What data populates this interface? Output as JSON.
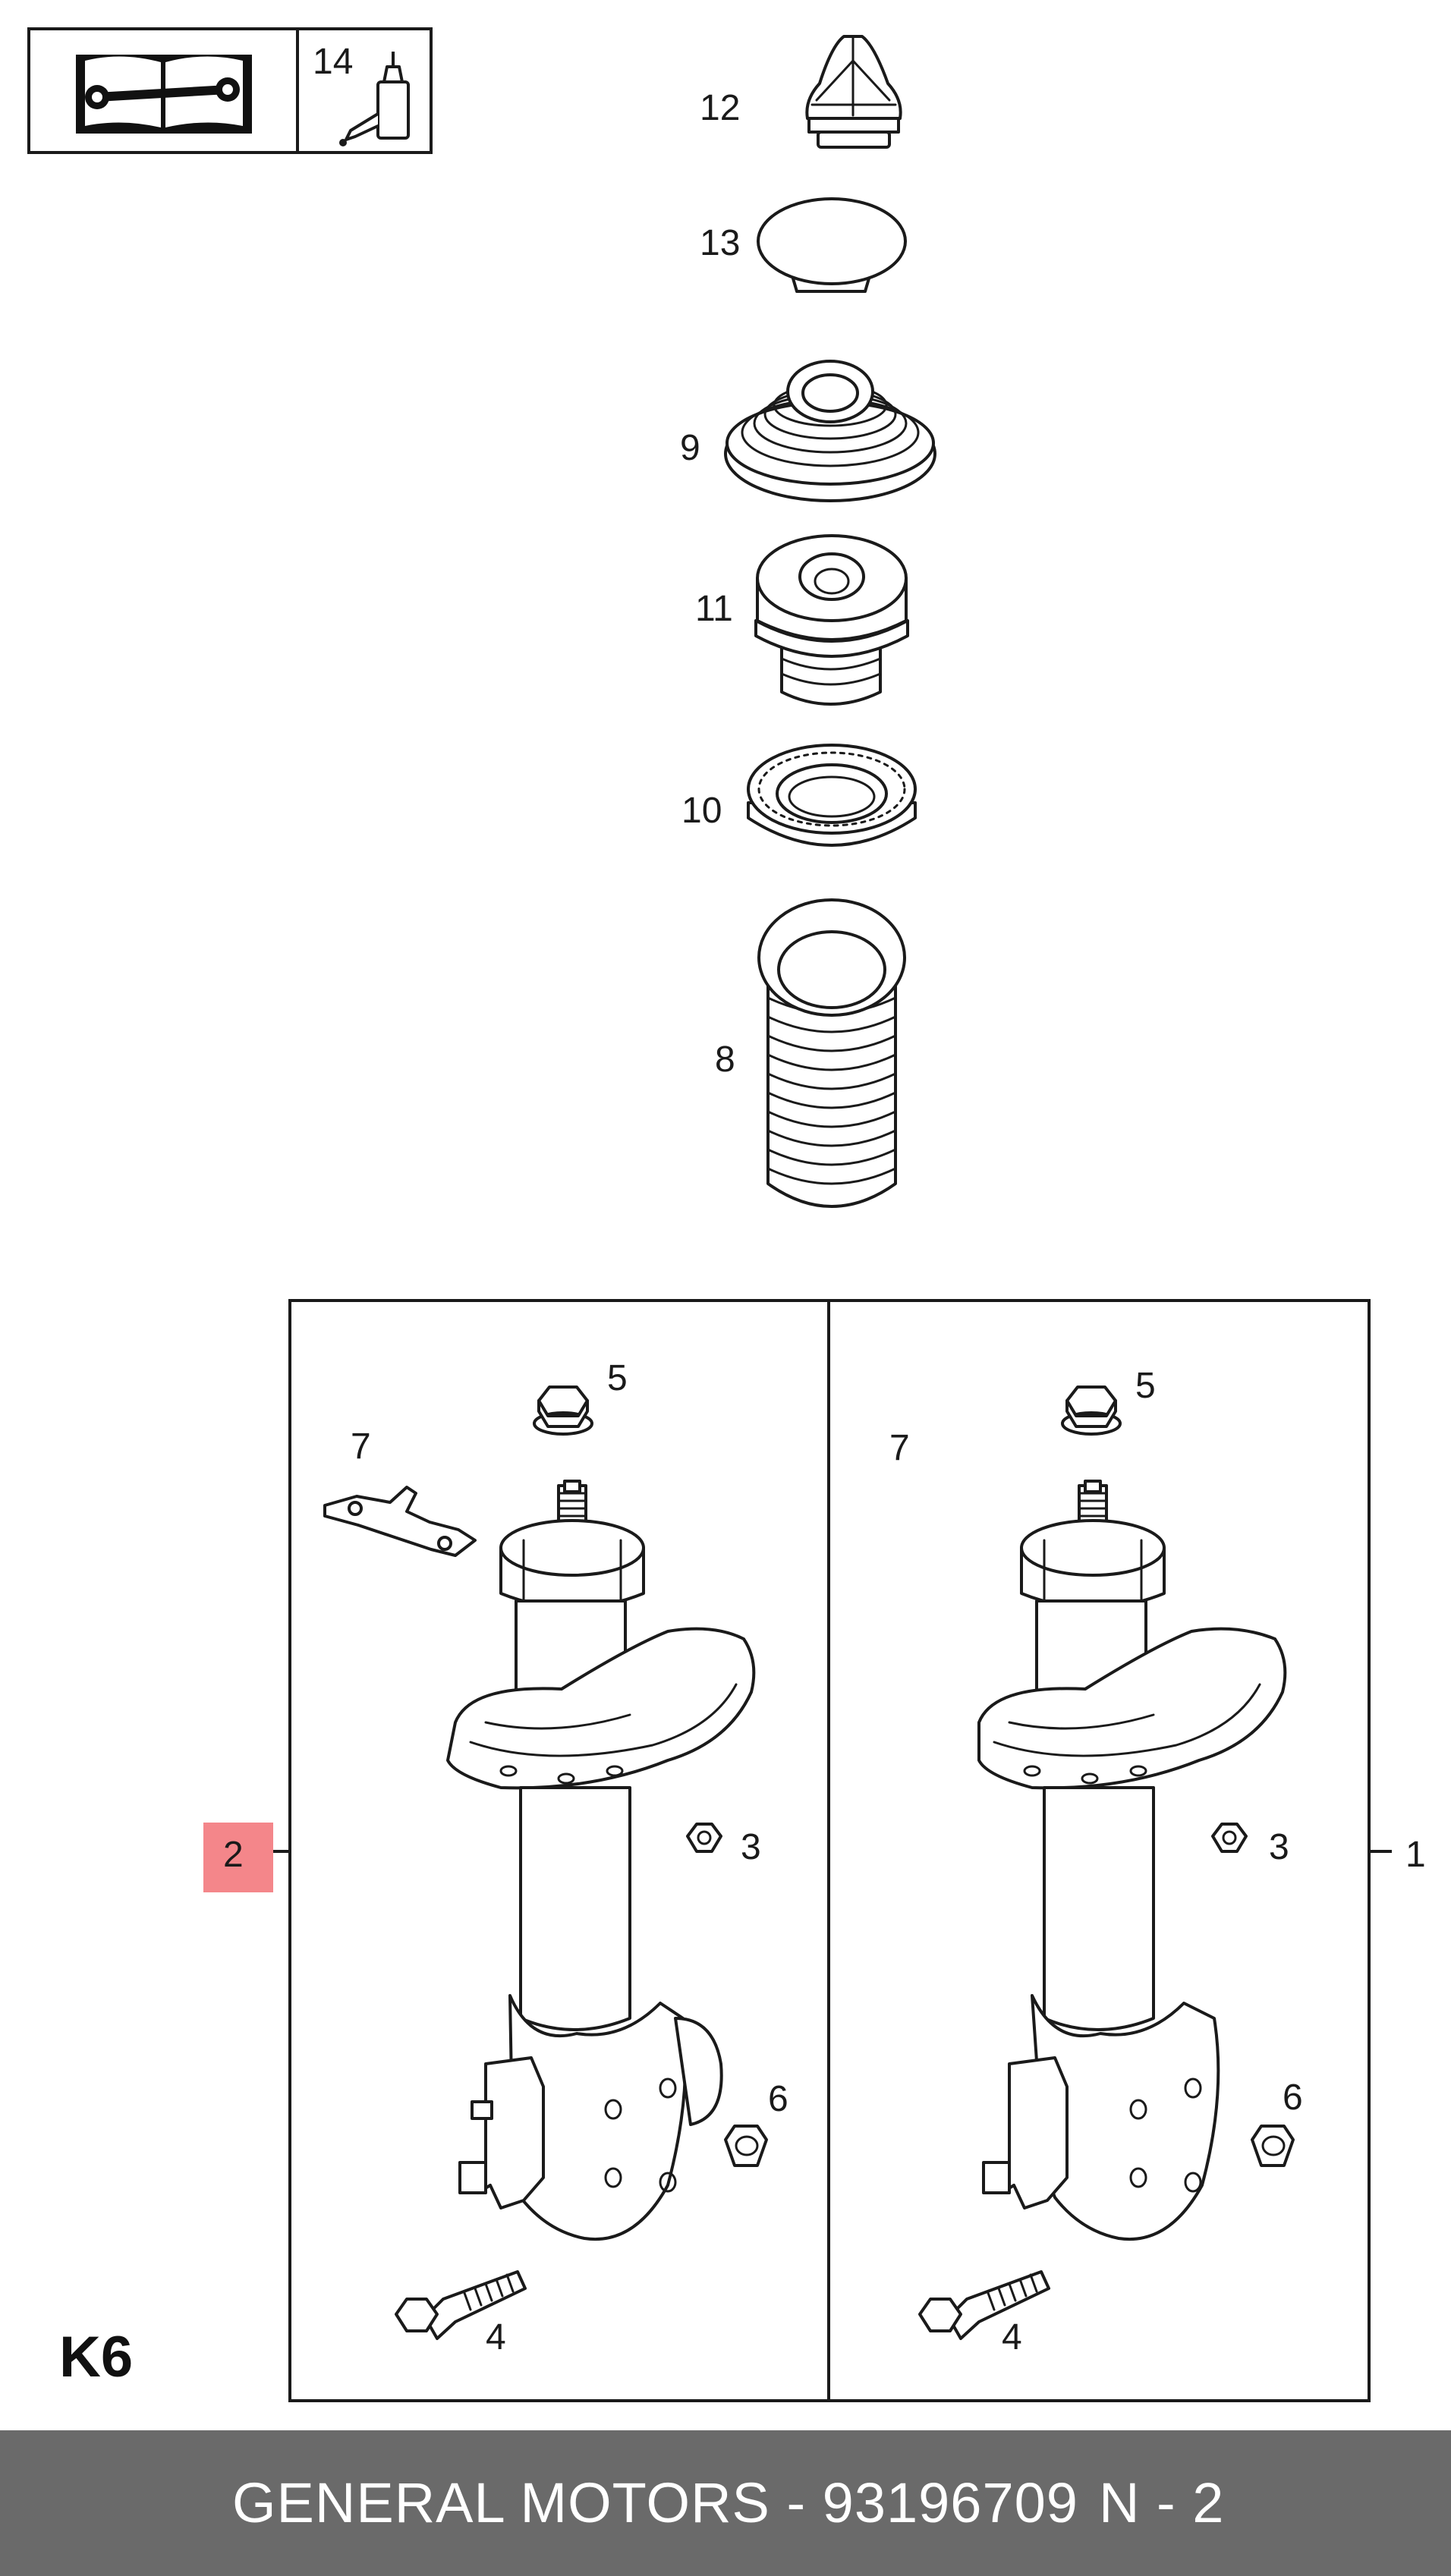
{
  "diagram": {
    "variant_code": "K6",
    "tool_callout": "14",
    "part_labels": {
      "p12": "12",
      "p13": "13",
      "p9": "9",
      "p11": "11",
      "p10": "10",
      "p8": "8",
      "left_5": "5",
      "left_7": "7",
      "left_3": "3",
      "left_6": "6",
      "left_4": "4",
      "right_5": "5",
      "right_7": "7",
      "right_3": "3",
      "right_6": "6",
      "right_4": "4",
      "assembly_left": "2",
      "assembly_right": "1"
    },
    "highlight_color": "#f4868a"
  },
  "footer": {
    "brand_part": "GENERAL MOTORS - 93196709",
    "page_ref": "N - 2"
  }
}
